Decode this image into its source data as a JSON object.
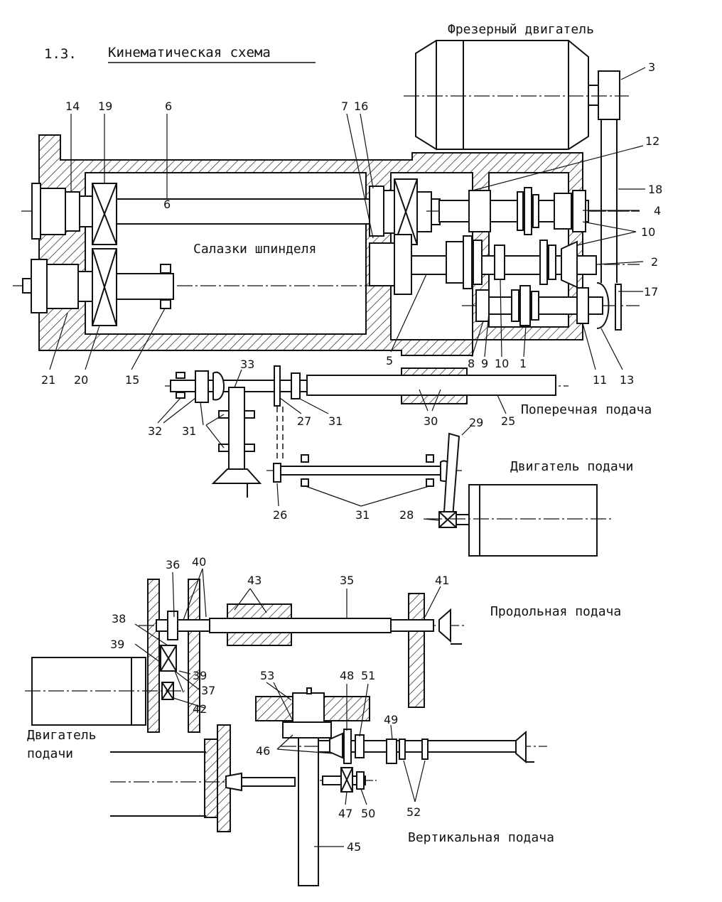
{
  "heading": {
    "number": "1.3.",
    "title": "Кинематическая схема"
  },
  "captions": {
    "mill_motor": "Фрезерный двигатель",
    "spindle_slide": "Салазки шпинделя",
    "cross_feed": "Поперечная подача",
    "feed_motor_top": "Двигатель подачи",
    "longitudinal_feed": "Продольная подача",
    "feed_motor_bottom_1": "Двигатель",
    "feed_motor_bottom_2": "подачи",
    "vertical_feed": "Вертикальная подача"
  },
  "part_numbers": {
    "n1": "1",
    "n2": "2",
    "n3": "3",
    "n4": "4",
    "n5": "5",
    "n6": "6",
    "n7": "7",
    "n8": "8",
    "n9": "9",
    "n10a": "10",
    "n10b": "10",
    "n11": "11",
    "n12": "12",
    "n13": "13",
    "n14": "14",
    "n15": "15",
    "n16": "16",
    "n17": "17",
    "n18": "18",
    "n19": "19",
    "n20": "20",
    "n21": "21",
    "n25": "25",
    "n26": "26",
    "n27": "27",
    "n28": "28",
    "n29": "29",
    "n30": "30",
    "n31a": "31",
    "n31b": "31",
    "n31c": "31",
    "n32": "32",
    "n33": "33",
    "n35": "35",
    "n36": "36",
    "n37": "37",
    "n38": "38",
    "n39a": "39",
    "n39b": "39",
    "n40": "40",
    "n41": "41",
    "n42": "42",
    "n43": "43",
    "n45": "45",
    "n46": "46",
    "n47": "47",
    "n48": "48",
    "n49": "49",
    "n50": "50",
    "n51": "51",
    "n52": "52",
    "n53": "53"
  },
  "colors": {
    "ink": "#111111",
    "paper": "#ffffff"
  }
}
